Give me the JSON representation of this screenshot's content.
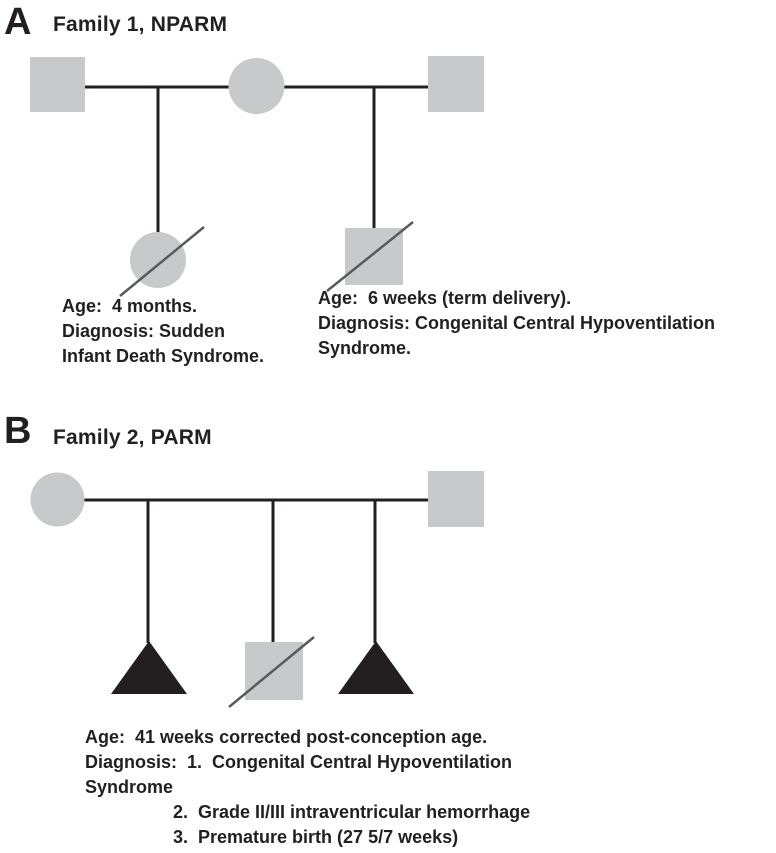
{
  "colors": {
    "symbol_fill": "#c8c9cb",
    "affected_fill": "#231f20",
    "line": "#231f20",
    "slash": "#595a5c",
    "text": "#231f20",
    "background": "#ffffff"
  },
  "panel_a": {
    "label": "A",
    "title": "Family 1, NPARM",
    "pedigree": {
      "father_1": {
        "symbol": "square",
        "fill": "gray",
        "deceased": false
      },
      "mother": {
        "symbol": "circle",
        "fill": "gray",
        "deceased": false
      },
      "father_2": {
        "symbol": "square",
        "fill": "gray",
        "deceased": false
      },
      "child_1": {
        "symbol": "circle",
        "fill": "gray",
        "deceased": true
      },
      "child_2": {
        "symbol": "square",
        "fill": "gray",
        "deceased": true
      }
    },
    "child_1_note": [
      "Age:  4 months.",
      "Diagnosis: Sudden",
      "Infant Death Syndrome."
    ],
    "child_2_note": [
      "Age:  6 weeks (term delivery).",
      "Diagnosis: Congenital Central Hypoventilation",
      "Syndrome."
    ]
  },
  "panel_b": {
    "label": "B",
    "title": "Family 2, PARM",
    "pedigree": {
      "mother": {
        "symbol": "circle",
        "fill": "gray",
        "deceased": false
      },
      "father": {
        "symbol": "square",
        "fill": "gray",
        "deceased": false
      },
      "child_1": {
        "symbol": "triangle",
        "fill": "black",
        "deceased": false
      },
      "child_2": {
        "symbol": "square",
        "fill": "gray",
        "deceased": true
      },
      "child_3": {
        "symbol": "triangle",
        "fill": "black",
        "deceased": false
      }
    },
    "note_lines": [
      "Age:  41 weeks corrected post-conception age.",
      "Diagnosis:  1.  Congenital Central Hypoventilation",
      "Syndrome",
      "2.  Grade II/III intraventricular hemorrhage",
      "3.  Premature birth (27 5/7 weeks)"
    ]
  }
}
